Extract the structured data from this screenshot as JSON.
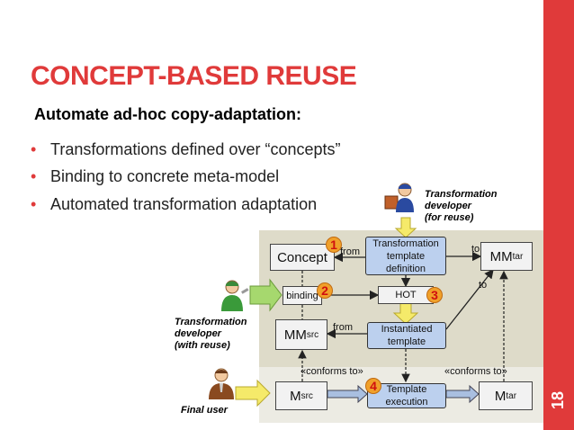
{
  "slide": {
    "title": "CONCEPT-BASED REUSE",
    "subtitle": "Automate ad-hoc copy-adaptation:",
    "bullets": [
      "Transformations defined over “concepts”",
      "Binding to concrete meta-model",
      "Automated transformation adaptation"
    ],
    "page_number": "18"
  },
  "diagram": {
    "concept": "Concept",
    "binding": "binding",
    "mm_src": {
      "base": "MM",
      "sub": "src"
    },
    "mm_tar": {
      "base": "MM",
      "sub": "tar"
    },
    "m_src": {
      "base": "M",
      "sub": "src"
    },
    "m_tar": {
      "base": "M",
      "sub": "tar"
    },
    "transformation_template_definition": [
      "Transformation",
      "template",
      "definition"
    ],
    "hot": "HOT",
    "instantiated_template": [
      "Instantiated",
      "template"
    ],
    "template_execution": [
      "Template",
      "execution"
    ],
    "label_from_1": "from",
    "label_from_2": "from",
    "label_to_1": "to",
    "label_to_2": "to",
    "conforms_left": "«conforms to»",
    "conforms_right": "«conforms to»",
    "badges": [
      "1",
      "2",
      "3",
      "4"
    ],
    "roles": {
      "developer_for_reuse": [
        "Transformation",
        "developer",
        "(for reuse)"
      ],
      "developer_with_reuse": [
        "Transformation",
        "developer",
        "(with reuse)"
      ],
      "final_user": "Final user"
    }
  },
  "colors": {
    "accent": "#e03a3a",
    "box_blue": "#bcd0ee",
    "arrow_green": "#a6d86e",
    "arrow_yellow": "#f5ea6a",
    "panel": "#dedbc9",
    "badge": "#f0a02a"
  },
  "icons": [
    "developer-for-reuse-icon",
    "developer-with-reuse-icon",
    "final-user-icon"
  ]
}
